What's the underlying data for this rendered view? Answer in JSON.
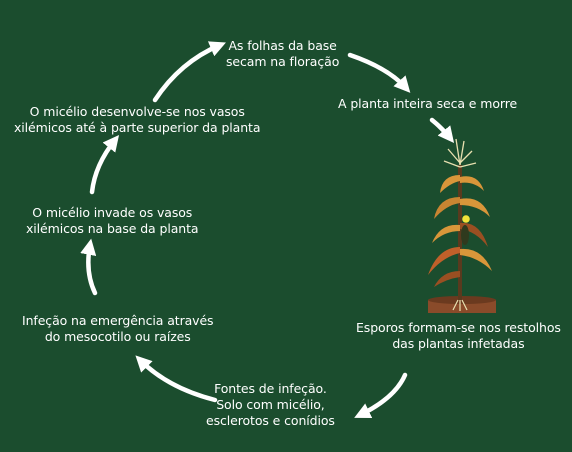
{
  "stages": [
    {
      "id": "leaves-dry",
      "lines": [
        "As folhas da base",
        "secam na floração"
      ]
    },
    {
      "id": "plant-dies",
      "lines": [
        "A planta inteira seca e morre"
      ]
    },
    {
      "id": "spores-form",
      "lines": [
        "Esporos formam-se nos restolhos",
        "das plantas infetadas"
      ]
    },
    {
      "id": "infection-source",
      "lines": [
        "Fontes de infeção.",
        "Solo com micélio,",
        "esclerotos e conídios"
      ]
    },
    {
      "id": "infection-entry",
      "lines": [
        "Infeção na emergência através",
        "do mesocotilo ou raízes"
      ]
    },
    {
      "id": "mycelium-invades",
      "lines": [
        "O micélio invade os vasos",
        "xilémicos na base da planta"
      ]
    },
    {
      "id": "mycelium-develops",
      "lines": [
        "O micélio desenvolve-se nos vasos",
        "xilémicos até à parte superior da planta"
      ]
    }
  ],
  "colors": {
    "background": "#1b4d2e",
    "arrow": "#ffffff",
    "soil": "#8a4b2a",
    "stalk": "#5a3a1e",
    "leaf_dry": "#d9963a",
    "leaf_dark": "#9a4f22",
    "tassel": "#e8e0b0",
    "spot": "#f2e23a"
  },
  "icons": [
    "cycle-arrow-icon",
    "maize-plant-illustration"
  ]
}
